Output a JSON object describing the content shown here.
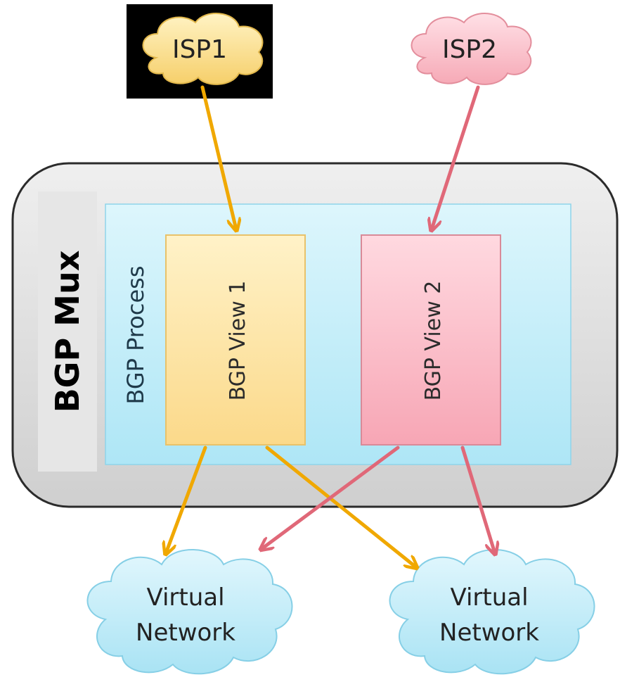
{
  "sources": {
    "isp1": {
      "label": "ISP1",
      "color": "#f0a800"
    },
    "isp2": {
      "label": "ISP2",
      "color": "#e06878"
    }
  },
  "mux": {
    "title": "BGP Mux"
  },
  "process": {
    "title": "BGP Process"
  },
  "views": {
    "view1": {
      "label": "BGP View 1"
    },
    "view2": {
      "label": "BGP View 2"
    }
  },
  "networks": {
    "left": {
      "line1": "Virtual",
      "line2": "Network"
    },
    "right": {
      "line1": "Virtual",
      "line2": "Network"
    }
  },
  "colors": {
    "isp1_flow": "#f0a800",
    "isp2_flow": "#e06878",
    "mux_fill": "#d9d9d9",
    "process_fill": "#c6eef8",
    "view1_fill": "#fde8a8",
    "view2_fill": "#fbbfca",
    "network_fill": "#c8eefa"
  }
}
